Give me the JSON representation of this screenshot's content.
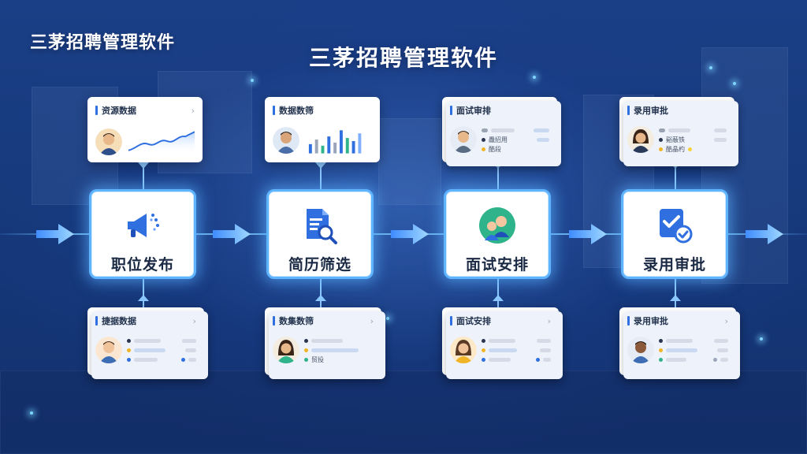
{
  "corner_title": "三茅招聘管理软件",
  "main_title": "三茅招聘管理软件",
  "stages": [
    {
      "label": "职位发布",
      "icon": "megaphone-icon"
    },
    {
      "label": "简历筛选",
      "icon": "document-search-icon"
    },
    {
      "label": "面试安排",
      "icon": "people-icon"
    },
    {
      "label": "录用审批",
      "icon": "approval-check-icon"
    }
  ],
  "top_cards": [
    {
      "title": "资源数据",
      "chevron": "›"
    },
    {
      "title": "数据数筛",
      "chevron": ""
    },
    {
      "title": "面试审排",
      "chevron": "",
      "lines": [
        "飍招用",
        "酷段"
      ]
    },
    {
      "title": "录用审批",
      "chevron": "",
      "lines": [
        "谿蔽铁",
        "酷晶杓"
      ]
    }
  ],
  "bottom_cards": [
    {
      "title": "捷据数据",
      "chevron": "›"
    },
    {
      "title": "数集数筛",
      "chevron": "›",
      "lines": [
        "贸投"
      ]
    },
    {
      "title": "面试安排",
      "chevron": "›"
    },
    {
      "title": "录用审批",
      "chevron": "›"
    }
  ],
  "colors": {
    "accent": "#2f6fe0",
    "glow": "#5fb4ff",
    "background": "#173a7d"
  }
}
